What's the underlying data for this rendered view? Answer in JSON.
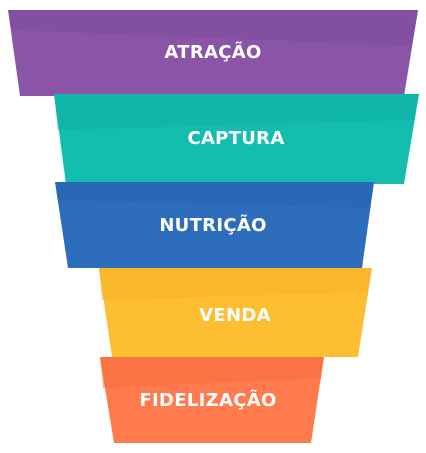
{
  "funnel": {
    "stages": [
      {
        "label": "ATRAÇÃO",
        "color": "#8A55A6",
        "shade": "#7E4B9C"
      },
      {
        "label": "CAPTURA",
        "color": "#13BDB0",
        "shade": "#0FB0A4"
      },
      {
        "label": "NUTRIÇÃO",
        "color": "#2E6DBB",
        "shade": "#2864B0"
      },
      {
        "label": "VENDA",
        "color": "#FDBE31",
        "shade": "#F5B126"
      },
      {
        "label": "FIDELIZAÇÃO",
        "color": "#FF7A4C",
        "shade": "#F56E40"
      }
    ]
  }
}
